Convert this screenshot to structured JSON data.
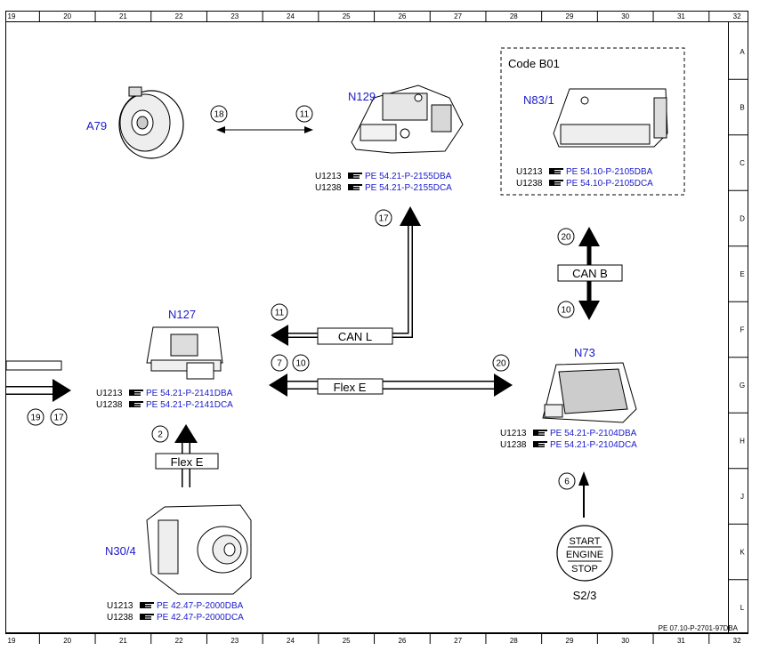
{
  "grid": {
    "columns": [
      "19",
      "20",
      "21",
      "22",
      "23",
      "24",
      "25",
      "26",
      "27",
      "28",
      "29",
      "30",
      "31",
      "32"
    ],
    "rows": [
      "A",
      "B",
      "C",
      "D",
      "E",
      "F",
      "G",
      "H",
      "J",
      "K",
      "L"
    ]
  },
  "footer_ref": "PE 07.10-P-2701-97DBA",
  "code_box_label": "Code B01",
  "components": {
    "a79": {
      "label": "A79"
    },
    "n129": {
      "label": "N129",
      "refs": [
        {
          "unit": "U1213",
          "doc": "PE 54.21-P-2155DBA"
        },
        {
          "unit": "U1238",
          "doc": "PE 54.21-P-2155DCA"
        }
      ]
    },
    "n83": {
      "label": "N83/1",
      "refs": [
        {
          "unit": "U1213",
          "doc": "PE 54.10-P-2105DBA"
        },
        {
          "unit": "U1238",
          "doc": "PE 54.10-P-2105DCA"
        }
      ]
    },
    "n127": {
      "label": "N127",
      "refs": [
        {
          "unit": "U1213",
          "doc": "PE 54.21-P-2141DBA"
        },
        {
          "unit": "U1238",
          "doc": "PE 54.21-P-2141DCA"
        }
      ]
    },
    "n73": {
      "label": "N73",
      "refs": [
        {
          "unit": "U1213",
          "doc": "PE 54.21-P-2104DBA"
        },
        {
          "unit": "U1238",
          "doc": "PE 54.21-P-2104DCA"
        }
      ]
    },
    "n30": {
      "label": "N30/4",
      "refs": [
        {
          "unit": "U1213",
          "doc": "PE 42.47-P-2000DBA"
        },
        {
          "unit": "U1238",
          "doc": "PE 42.47-P-2000DCA"
        }
      ]
    },
    "s2": {
      "label": "S2/3",
      "button_lines": [
        "START",
        "ENGINE",
        "STOP"
      ]
    }
  },
  "buses": {
    "can_l": "CAN L",
    "can_b": "CAN B",
    "flex_e_main": "Flex E",
    "flex_e_sub": "Flex E"
  },
  "markers": {
    "m18": "18",
    "m11a": "11",
    "m17a": "17",
    "m20a": "20",
    "m10a": "10",
    "m11b": "11",
    "m7": "7",
    "m10b": "10",
    "m20b": "20",
    "m19": "19",
    "m17b": "17",
    "m2": "2",
    "m6": "6"
  },
  "icons": {
    "ref_pointer": "pointing-hand-icon"
  }
}
